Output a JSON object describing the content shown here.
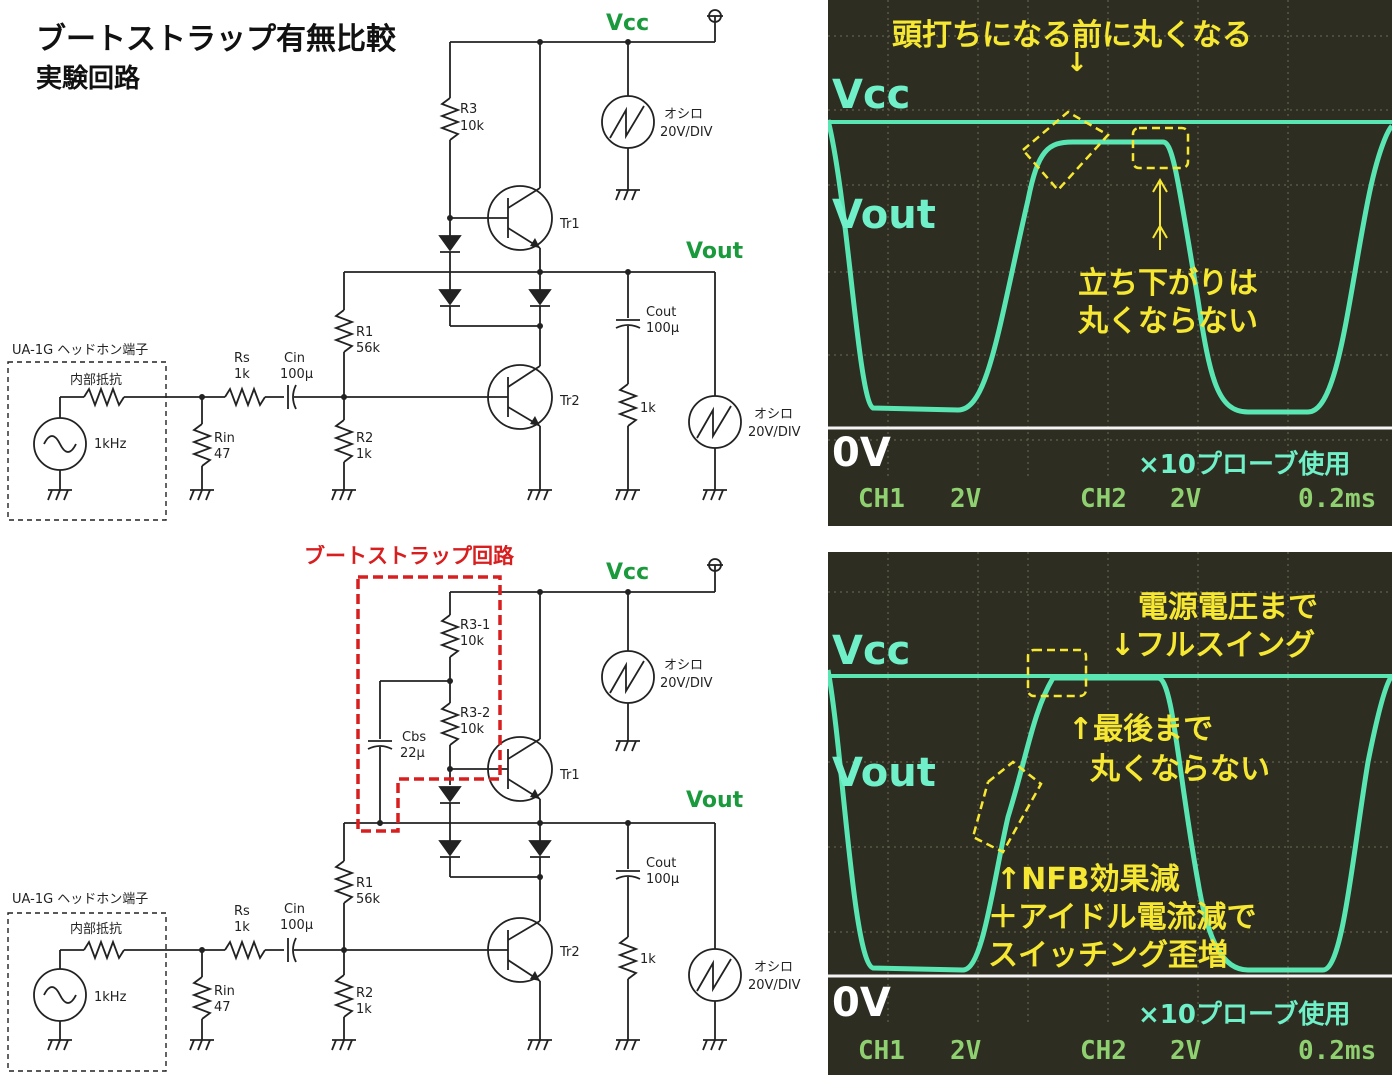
{
  "top": {
    "title_line1": "ブートストラップ有無比較",
    "title_line2": "実験回路",
    "circuit": {
      "vcc": "Vcc",
      "vout": "Vout",
      "r3": "R3",
      "r3_val": "10k",
      "tr1": "Tr1",
      "tr2": "Tr2",
      "r1": "R1",
      "r1_val": "56k",
      "r2": "R2",
      "r2_val": "1k",
      "cout": "Cout",
      "cout_val": "100μ",
      "rload_val": "1k",
      "scope1_a": "オシロ",
      "scope1_b": "20V/DIV",
      "scope2_a": "オシロ",
      "scope2_b": "20V/DIV",
      "source_box": "UA-1G ヘッドホン端子",
      "internal_r": "内部抵抗",
      "freq": "1kHz",
      "rs": "Rs",
      "rs_val": "1k",
      "cin": "Cin",
      "cin_val": "100μ",
      "rin": "Rin",
      "rin_val": "47"
    },
    "scope": {
      "note_top": "頭打ちになる前に丸くなる",
      "arrow_down": "↓",
      "vcc": "Vcc",
      "vout": "Vout",
      "note_fall_1": "立ち下がりは",
      "note_fall_2": "丸くならない",
      "zero": "0V",
      "probe": "×10プローブ使用",
      "ch1": "CH1",
      "ch1_v": "2V",
      "ch2": "CH2",
      "ch2_v": "2V",
      "time": "0.2ms"
    }
  },
  "bottom": {
    "bootstrap_label": "ブートストラップ回路",
    "circuit": {
      "vcc": "Vcc",
      "vout": "Vout",
      "r31": "R3-1",
      "r31_val": "10k",
      "r32": "R3-2",
      "r32_val": "10k",
      "cbs": "Cbs",
      "cbs_val": "22μ",
      "tr1": "Tr1",
      "tr2": "Tr2",
      "r1": "R1",
      "r1_val": "56k",
      "r2": "R2",
      "r2_val": "1k",
      "cout": "Cout",
      "cout_val": "100μ",
      "rload_val": "1k",
      "scope1_a": "オシロ",
      "scope1_b": "20V/DIV",
      "scope2_a": "オシロ",
      "scope2_b": "20V/DIV",
      "source_box": "UA-1G ヘッドホン端子",
      "internal_r": "内部抵抗",
      "freq": "1kHz",
      "rs": "Rs",
      "rs_val": "1k",
      "cin": "Cin",
      "cin_val": "100μ",
      "rin": "Rin",
      "rin_val": "47"
    },
    "scope": {
      "note_a1": "電源電圧まで",
      "note_a2": "↓フルスイング",
      "vcc": "Vcc",
      "vout": "Vout",
      "note_b1": "↑最後まで",
      "note_b2": "丸くならない",
      "note_c1": "↑NFB効果減",
      "note_c2": "＋アイドル電流減で",
      "note_c3": "スイッチング歪増",
      "zero": "0V",
      "probe": "×10プローブ使用",
      "ch1": "CH1",
      "ch1_v": "2V",
      "ch2": "CH2",
      "ch2_v": "2V",
      "time": "0.2ms"
    }
  },
  "colors": {
    "green_label": "#1a9a3c",
    "bootstrap_red": "#d81e1e",
    "trace": "#59e6b3",
    "annotation_yellow": "#f6e832",
    "scope_label_cyan": "#6ff0c8",
    "readout_green": "#8fd070"
  }
}
